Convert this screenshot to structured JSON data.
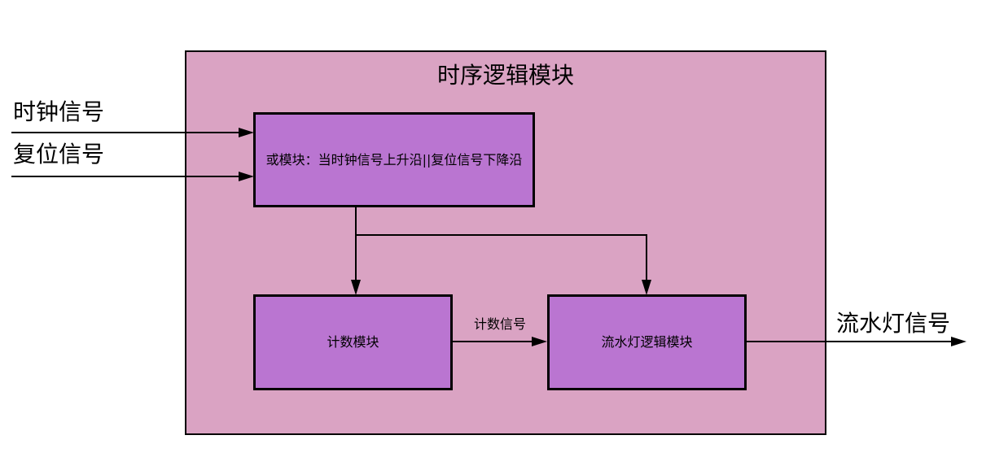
{
  "diagram": {
    "title": "时序逻辑模块",
    "blocks": {
      "or_module": "或模块：当时钟信号上升沿||复位信号下降沿",
      "counter_module": "计数模块",
      "led_logic_module": "流水灯逻辑模块"
    },
    "labels": {
      "clock_input": "时钟信号",
      "reset_input": "复位信号",
      "count_signal": "计数信号",
      "led_output": "流水灯信号"
    },
    "colors": {
      "background": "#ffffff",
      "outer_fill": "#daa3c3",
      "block_fill": "#ba75d1",
      "line_color": "#000000"
    }
  }
}
